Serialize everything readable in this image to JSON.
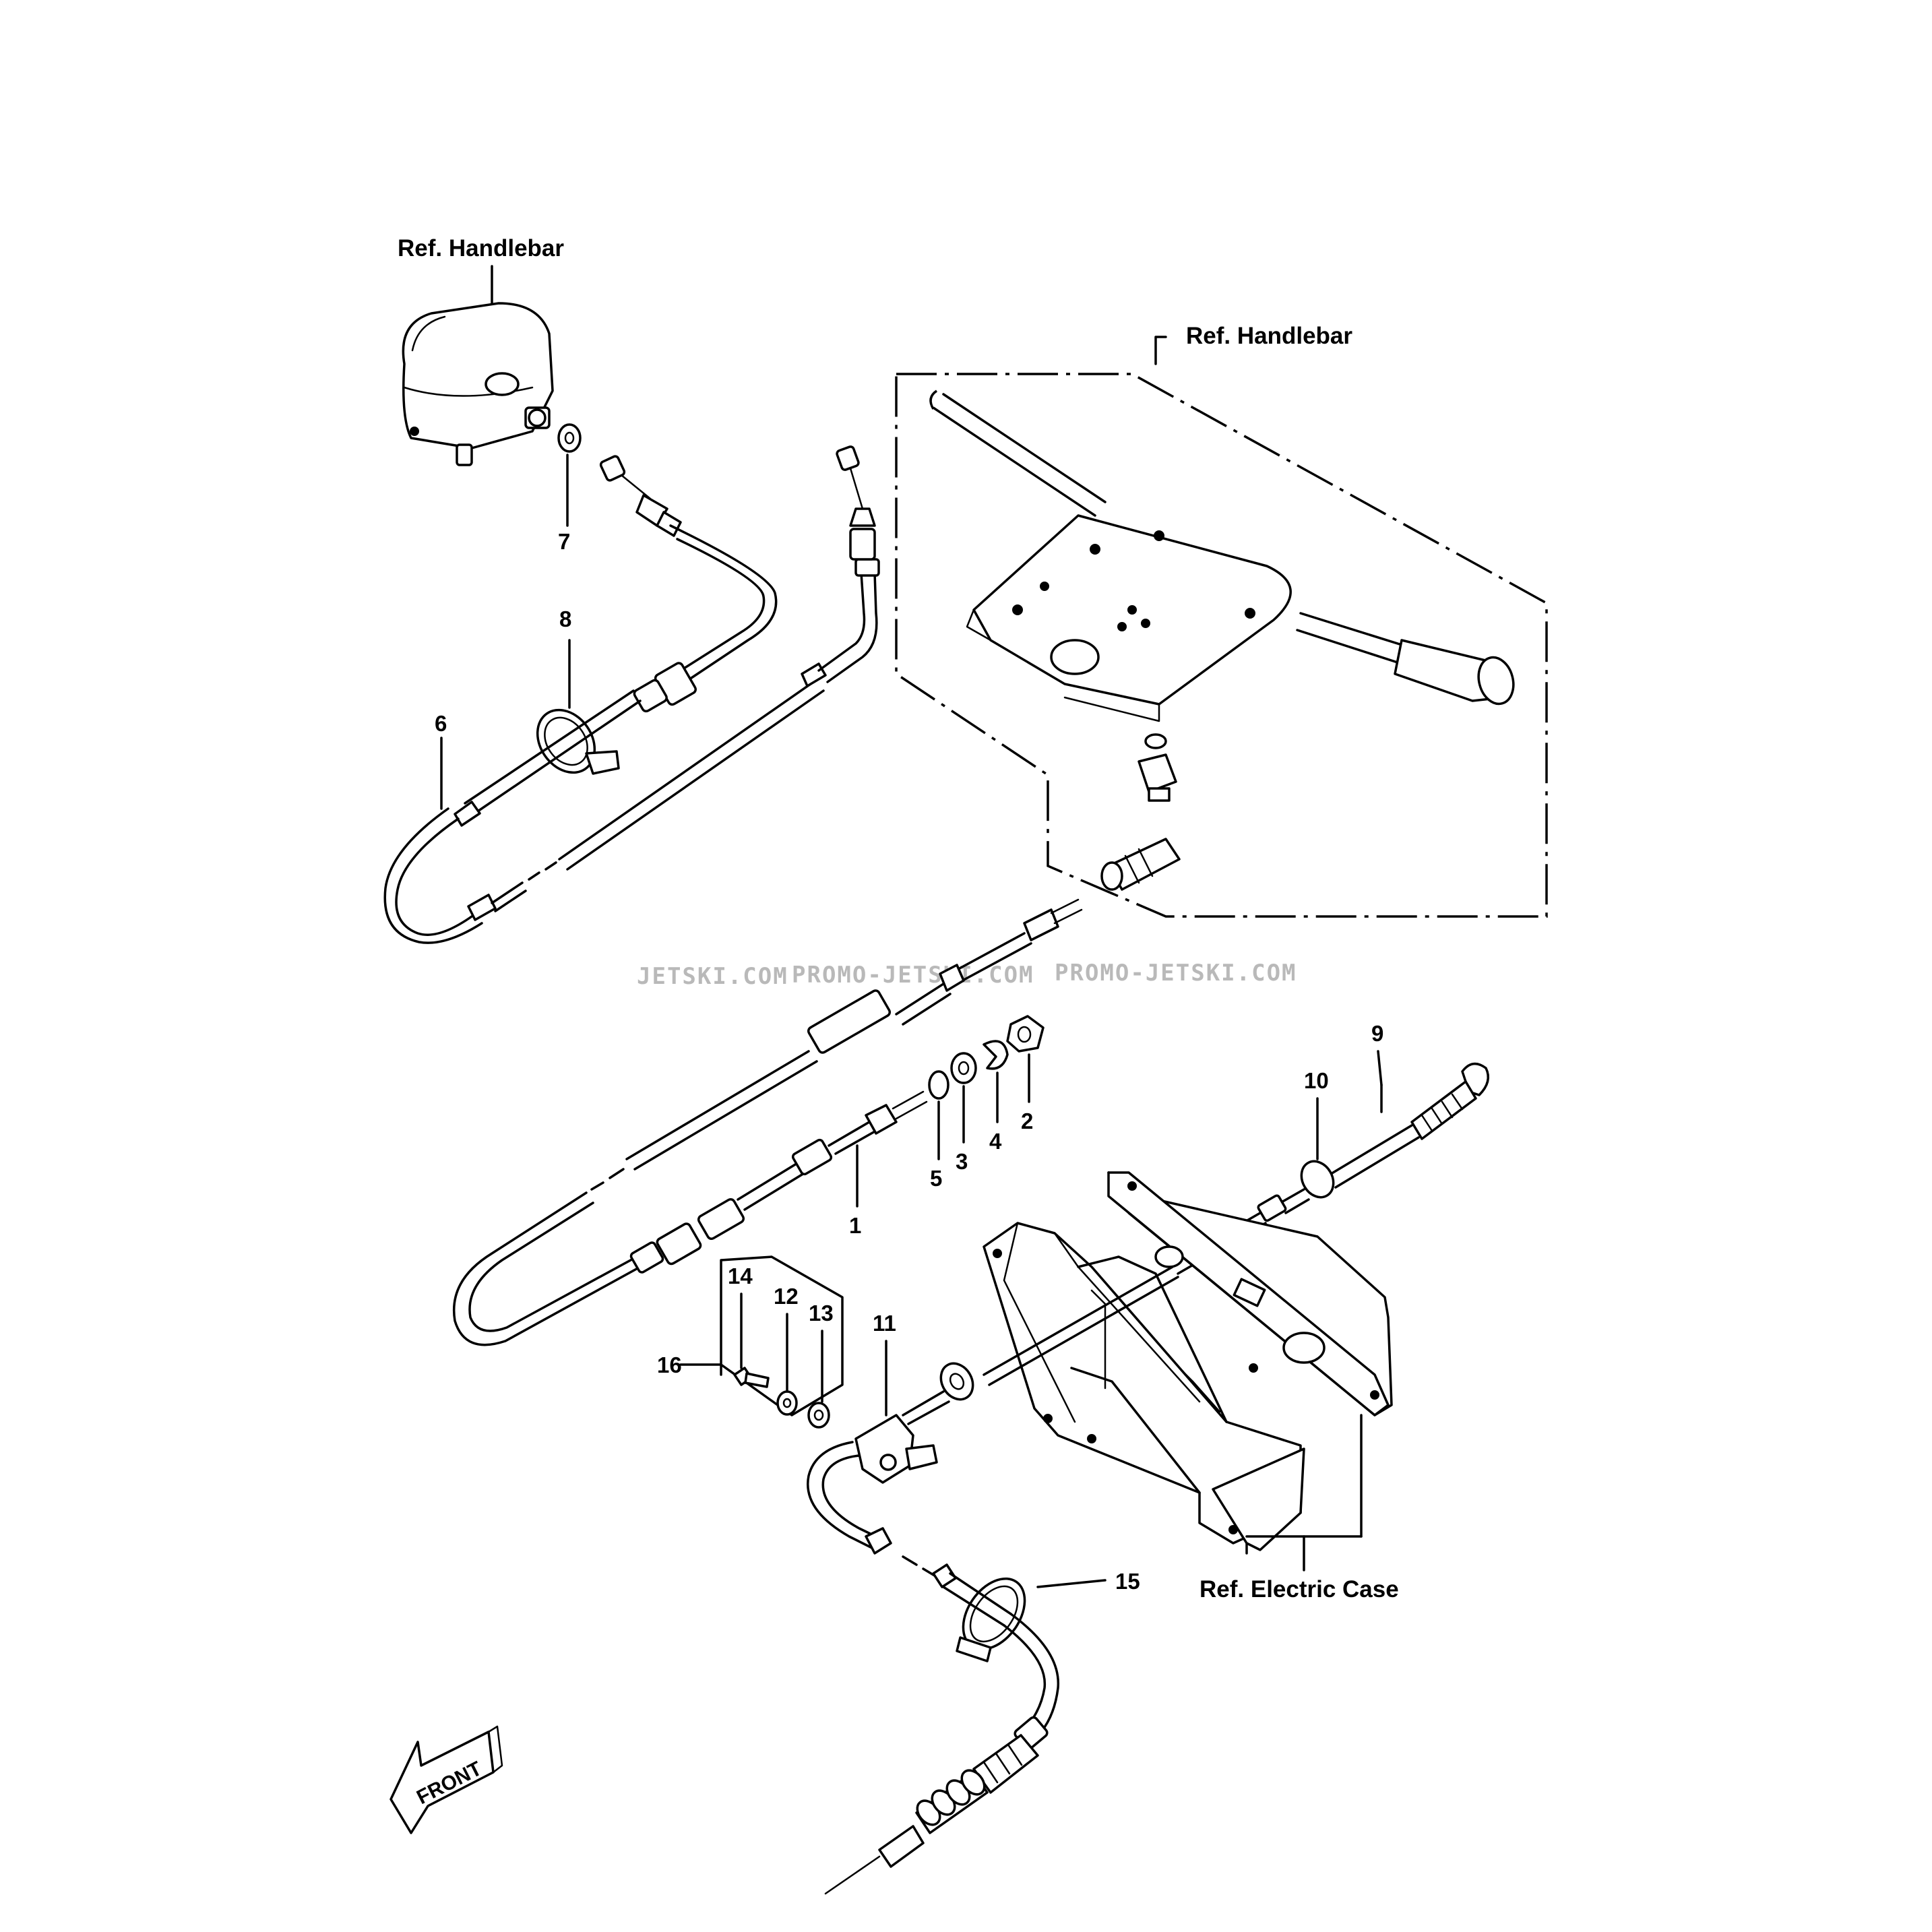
{
  "labels": {
    "ref_handlebar_left": "Ref. Handlebar",
    "ref_handlebar_right": "Ref. Handlebar",
    "ref_electric_case": "Ref. Electric Case",
    "front": "FRONT"
  },
  "callouts": {
    "n1": "1",
    "n2": "2",
    "n3": "3",
    "n4": "4",
    "n5": "5",
    "n6": "6",
    "n7": "7",
    "n8": "8",
    "n9": "9",
    "n10": "10",
    "n11": "11",
    "n12": "12",
    "n13": "13",
    "n14": "14",
    "n15": "15",
    "n16": "16"
  },
  "watermarks": {
    "w1": "JETSKI.COM",
    "w2": "PROMO-JETSKI.COM",
    "w3": "PROMO-JETSKI.COM"
  }
}
